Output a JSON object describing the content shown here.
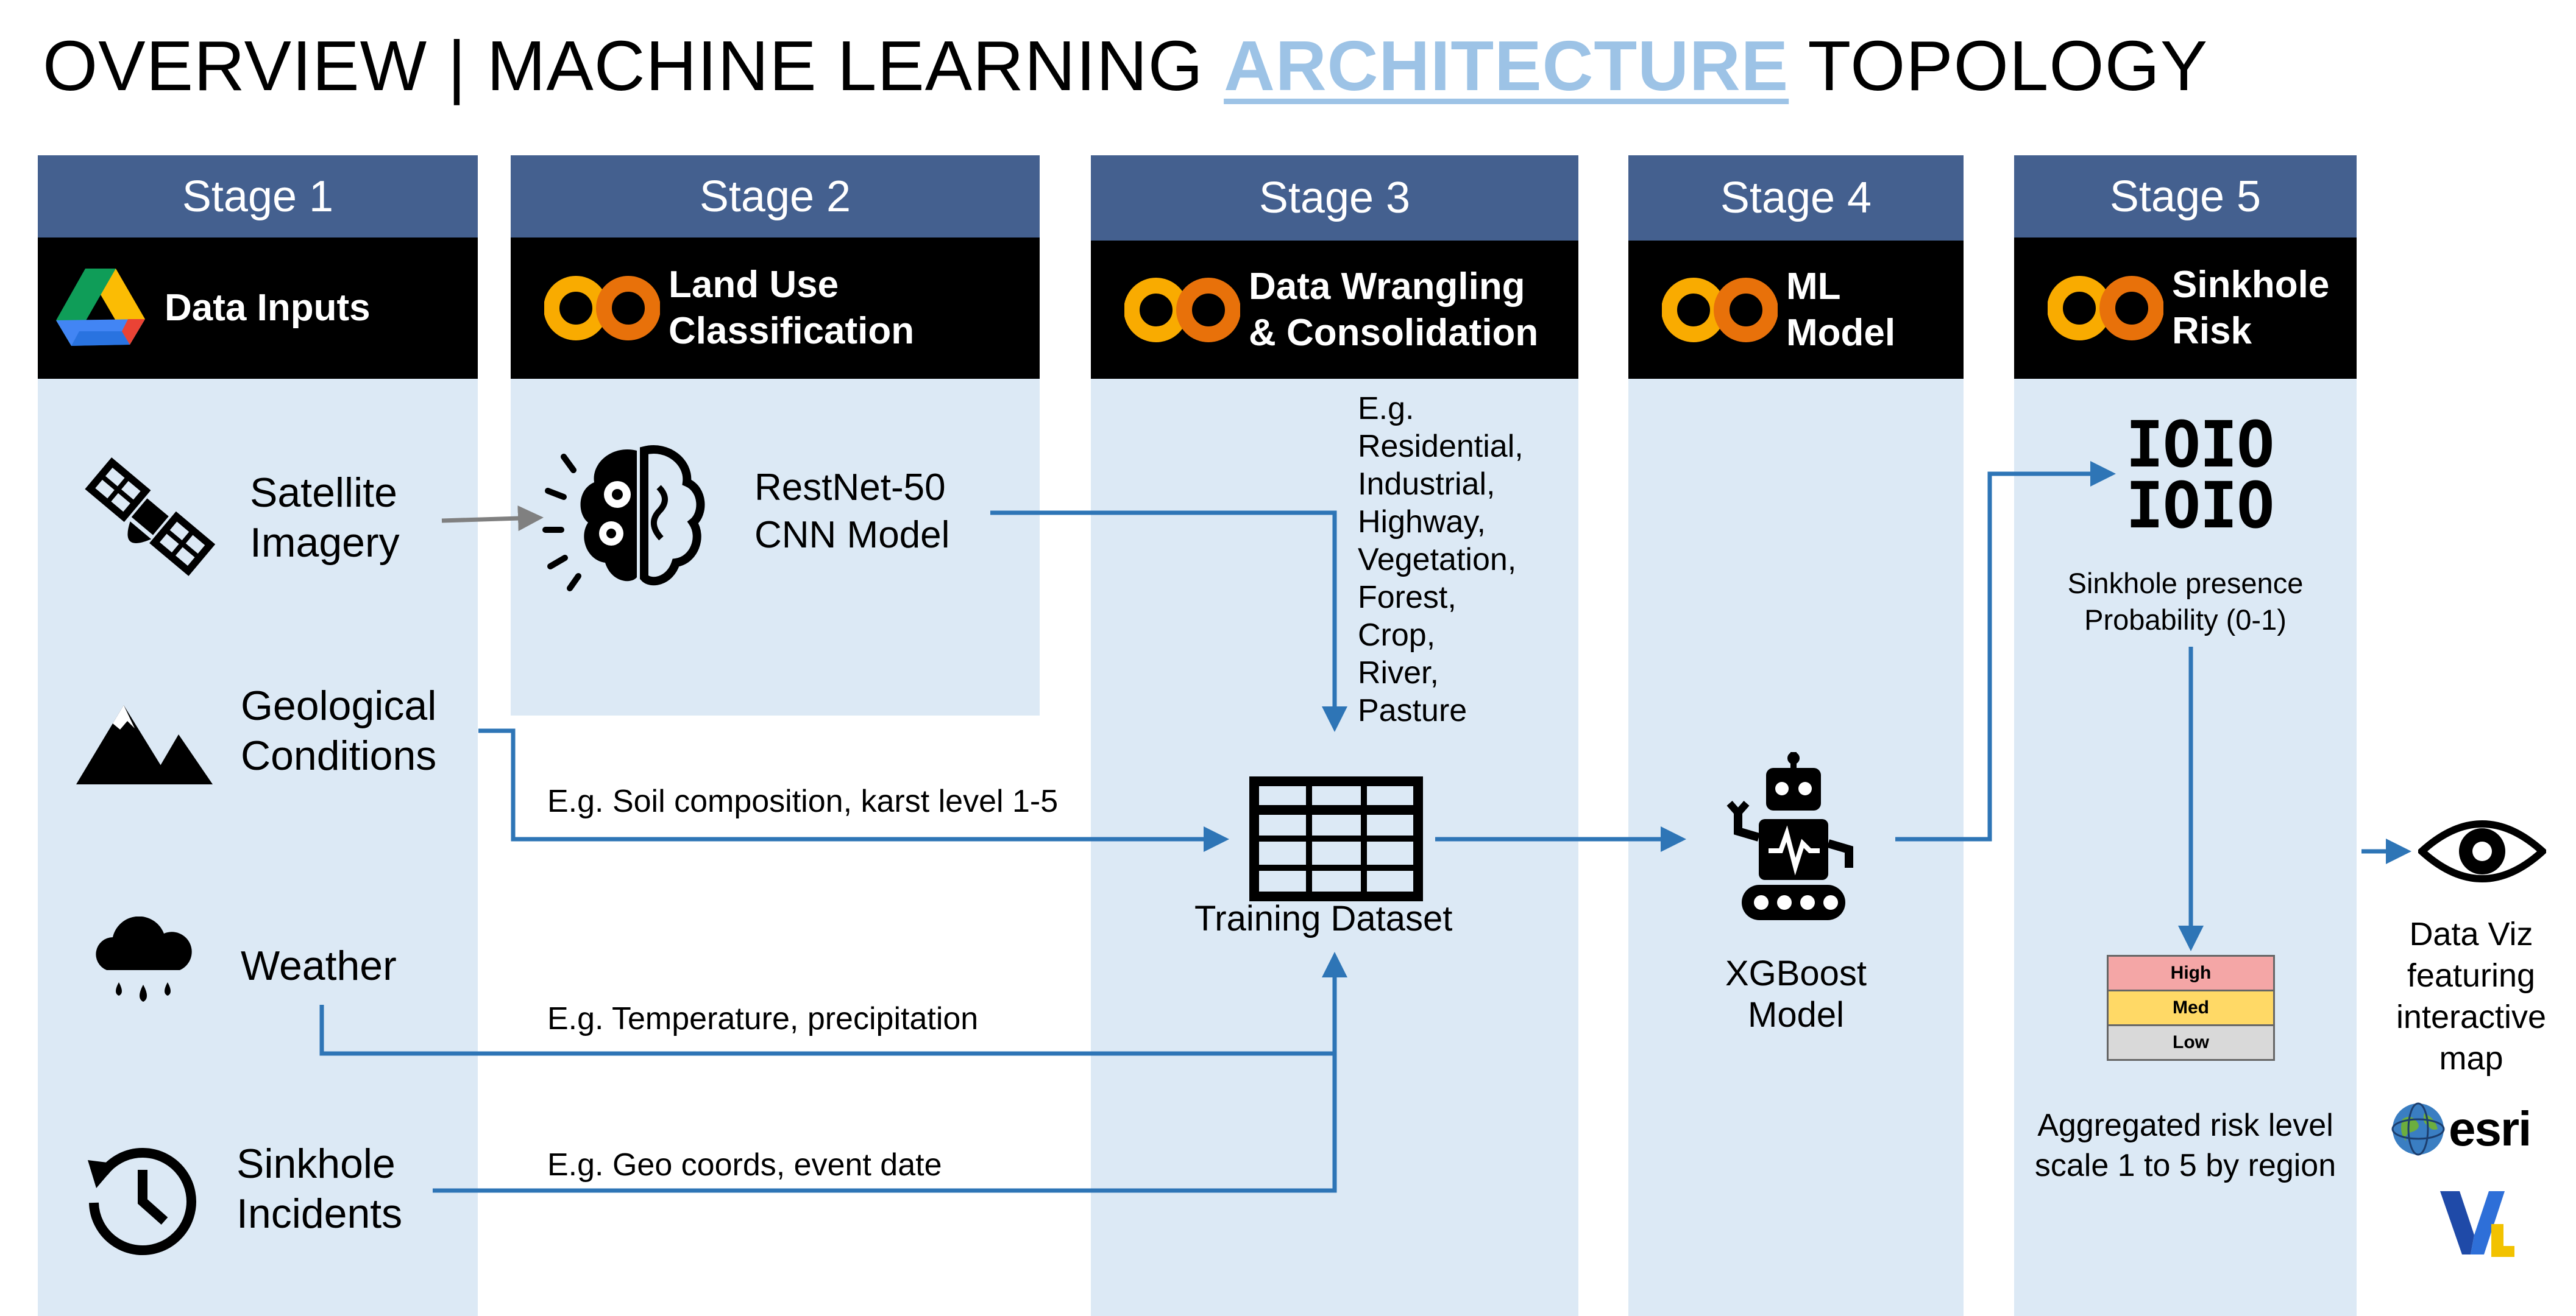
{
  "title": {
    "pre": "OVERVIEW | MACHINE LEARNING ",
    "highlight": "ARCHITECTURE",
    "post": " TOPOLOGY"
  },
  "stages": [
    {
      "stage": "Stage 1",
      "heading": "Data Inputs",
      "icon": "google-drive-icon"
    },
    {
      "stage": "Stage 2",
      "heading_line1": "Land Use",
      "heading_line2": "Classification",
      "icon": "colab-icon"
    },
    {
      "stage": "Stage 3",
      "heading_line1": "Data Wrangling",
      "heading_line2": "& Consolidation",
      "icon": "colab-icon"
    },
    {
      "stage": "Stage 4",
      "heading_line1": "ML",
      "heading_line2": "Model",
      "icon": "colab-icon"
    },
    {
      "stage": "Stage 5",
      "heading_line1": "Sinkhole",
      "heading_line2": "Risk",
      "icon": "colab-icon"
    }
  ],
  "inputs": [
    {
      "line1": "Satellite",
      "line2": "Imagery",
      "icon": "satellite-icon"
    },
    {
      "line1": "Geological",
      "line2": "Conditions",
      "icon": "mountain-icon"
    },
    {
      "line1": "Weather",
      "icon": "rain-cloud-icon"
    },
    {
      "line1": "Sinkhole",
      "line2": "Incidents",
      "icon": "history-clock-icon"
    }
  ],
  "model_cnn": {
    "line1": "RestNet-50",
    "line2": "CNN Model",
    "icon": "brain-gears-icon"
  },
  "land_use_examples": [
    "E.g.",
    "Residential,",
    "Industrial,",
    "Highway,",
    "Vegetation,",
    "Forest,",
    "Crop,",
    "River,",
    "Pasture"
  ],
  "flow_labels": {
    "geological": "E.g. Soil composition, karst level 1-5",
    "weather": "E.g. Temperature, precipitation",
    "incidents": "E.g. Geo coords, event date"
  },
  "training": {
    "label": "Training Dataset",
    "icon": "table-icon"
  },
  "ml_model": {
    "line1": "XGBoost",
    "line2": "Model",
    "icon": "robot-icon"
  },
  "risk": {
    "binary_glyph_line1": "IOIO",
    "binary_glyph_line2": "IOIO",
    "probability_line1": "Sinkhole presence",
    "probability_line2": "Probability (0-1)",
    "levels": [
      "High",
      "Med",
      "Low"
    ],
    "level_colors": [
      "#f4a6a6",
      "#ffd966",
      "#d9d9d9"
    ],
    "aggregate_line1": "Aggregated risk level",
    "aggregate_line2": "scale 1 to 5 by region"
  },
  "dataviz": {
    "lines": [
      "Data Viz",
      "featuring",
      "interactive",
      "map"
    ],
    "icon": "eye-icon",
    "esri_text": "esri",
    "vl_text": "VL"
  },
  "colors": {
    "stage_header": "#44608f",
    "column_bg": "#dce9f5",
    "arrow_blue": "#2e75b6",
    "arrow_gray": "#808080",
    "title_highlight": "#9dc3e6"
  }
}
